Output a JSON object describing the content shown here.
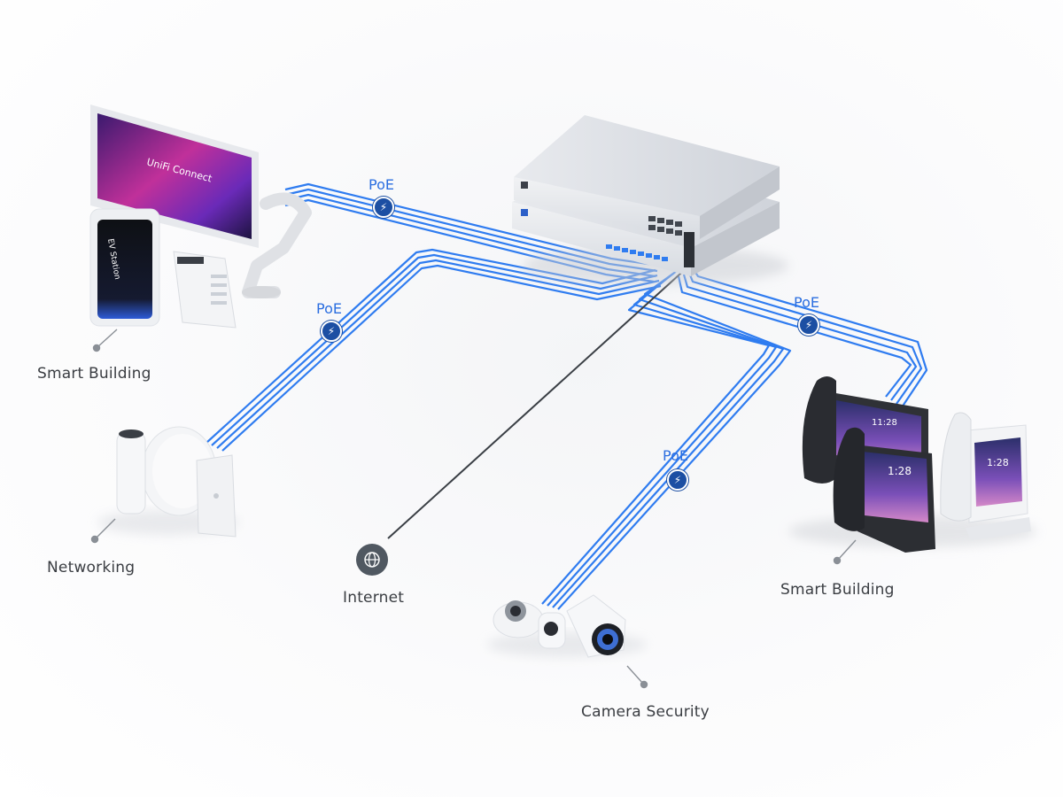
{
  "labels": {
    "smart_building_left": "Smart Building",
    "networking": "Networking",
    "internet": "Internet",
    "camera_security": "Camera Security",
    "smart_building_right": "Smart Building"
  },
  "poe": {
    "label": "PoE",
    "bolt_glyph": "⚡"
  },
  "devices": {
    "kiosk_brand_text": "UniFi Connect",
    "ev_station_text": "EV Station",
    "phone_time_big": "11:28",
    "phone_time_small": "1:28",
    "phone_time_white": "1:28"
  },
  "colors": {
    "cable_blue": "#2f7cf0",
    "internet_cable": "#3a3f45",
    "poe_badge": "#1c4fa3",
    "label_text": "#3a3d42",
    "poe_text": "#2b6ee0"
  },
  "icons": {
    "poe": "lightning-bolt-icon",
    "internet": "globe-icon",
    "callout": "callout-dot-icon"
  }
}
